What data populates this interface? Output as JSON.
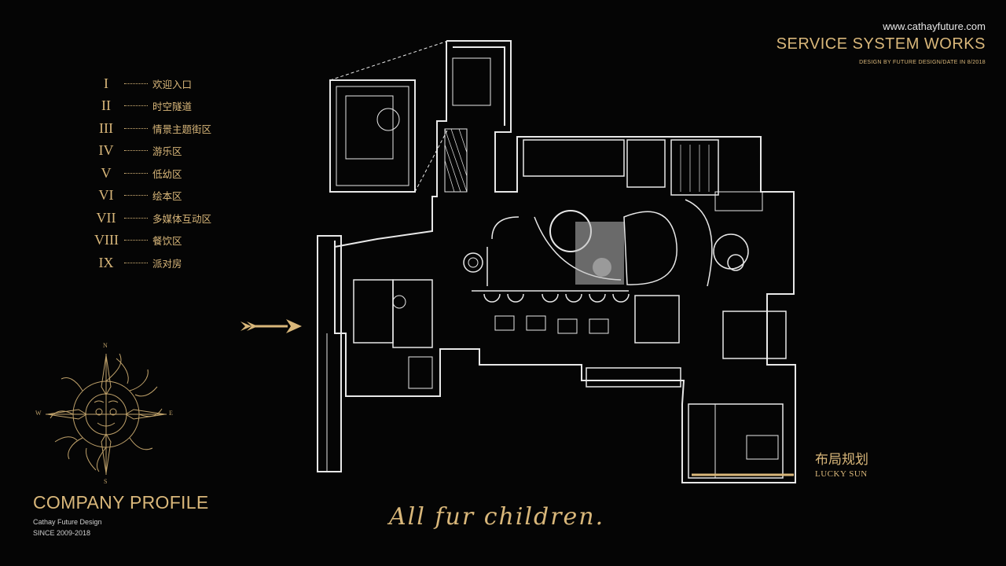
{
  "header": {
    "url": "www.cathayfuture.com",
    "title": "SERVICE SYSTEM WORKS",
    "design_line": "DESIGN BY FUTURE DESIGN/DATE IN 8/2018"
  },
  "legend": {
    "items": [
      {
        "numeral": "I",
        "label": "欢迎入口"
      },
      {
        "numeral": "II",
        "label": "时空隧道"
      },
      {
        "numeral": "III",
        "label": "情景主题街区"
      },
      {
        "numeral": "IV",
        "label": "游乐区"
      },
      {
        "numeral": "V",
        "label": "低幼区"
      },
      {
        "numeral": "VI",
        "label": "绘本区"
      },
      {
        "numeral": "VII",
        "label": "多媒体互动区"
      },
      {
        "numeral": "VIII",
        "label": "餐饮区"
      },
      {
        "numeral": "IX",
        "label": "派对房"
      }
    ]
  },
  "compass": {
    "n": "N",
    "s": "S",
    "e": "E",
    "w": "W"
  },
  "company": {
    "title": "COMPANY PROFILE",
    "name": "Cathay Future Design",
    "since": "SINCE 2009-2018"
  },
  "layout_label": {
    "cn": "布局规划",
    "en": "LUCKY SUN"
  },
  "slogan": "All fur children.",
  "colors": {
    "gold": "#d9b77a",
    "background": "#050505",
    "line": "#e8e8e8"
  }
}
